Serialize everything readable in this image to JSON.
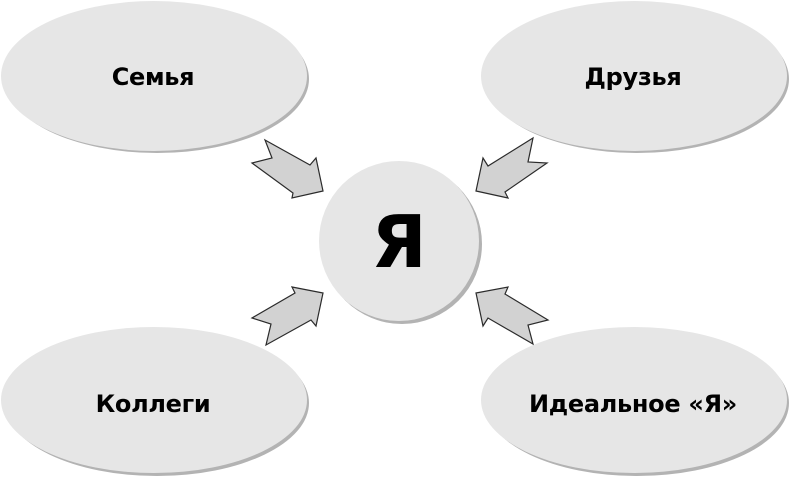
{
  "diagram": {
    "center": {
      "label": "Я"
    },
    "nodes": [
      {
        "id": "family",
        "label": "Семья"
      },
      {
        "id": "friends",
        "label": "Друзья"
      },
      {
        "id": "colleagues",
        "label": "Коллеги"
      },
      {
        "id": "ideal-self",
        "label": "Идеальное «Я»"
      }
    ],
    "edges": [
      {
        "from": "Семья",
        "to": "Я"
      },
      {
        "from": "Друзья",
        "to": "Я"
      },
      {
        "from": "Коллеги",
        "to": "Я"
      },
      {
        "from": "Идеальное «Я»",
        "to": "Я"
      }
    ],
    "colors": {
      "node_fill": "#e6e6e6",
      "node_shadow": "#b3b3b3",
      "arrow_fill": "#d2d2d2",
      "arrow_stroke": "#2b2b2b",
      "text": "#000000"
    }
  }
}
